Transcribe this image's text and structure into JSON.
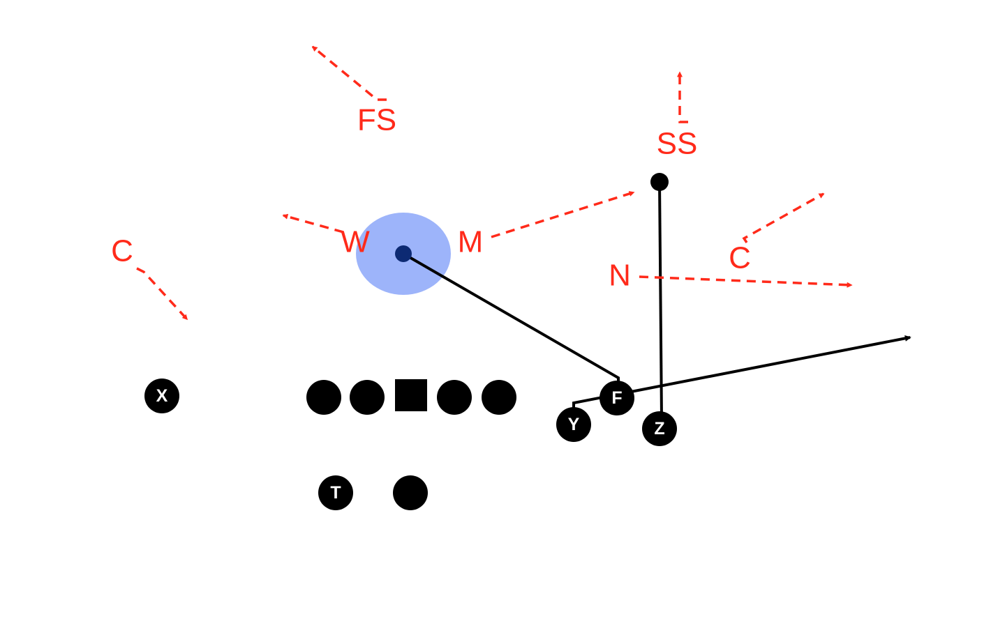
{
  "colors": {
    "defense": "#ff2a1a",
    "offense": "#000000",
    "offense_label": "#ffffff",
    "read_highlight": "#9db4fa",
    "read_dot": "#0d2a73"
  },
  "defense": {
    "fs": "FS",
    "ss": "SS",
    "w": "W",
    "m": "M",
    "c_left": "C",
    "c_right": "C",
    "n": "N"
  },
  "offense": {
    "x": "X",
    "y": "Y",
    "z": "Z",
    "f": "F",
    "t": "T"
  }
}
